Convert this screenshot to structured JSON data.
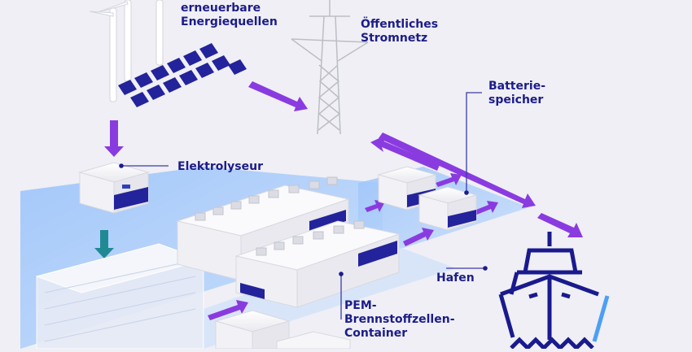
{
  "colors": {
    "background": "#efeff5",
    "label_text": "#1c1c8a",
    "arrow_purple": "#8a3be0",
    "arrow_teal": "#1f8a93",
    "water_blue": "#a9ccfa",
    "panel_blue": "#23239b",
    "ship_navy": "#1a1a8e",
    "ship_accent": "#4d9ff5"
  },
  "labels": {
    "renewables": "erneuerbare\nEnergiequellen",
    "grid": "Öffentliches\nStromnetz",
    "battery": "Batterie-\nspeicher",
    "electrolyzer": "Elektrolyseur",
    "fuelcell": "PEM-\nBrennstoffzellen-\nContainer",
    "port": "Hafen"
  },
  "icons": {
    "wind": "wind-turbine-icon",
    "solar": "solar-panel-icon",
    "pylon": "power-pylon-icon",
    "ship": "ship-icon",
    "storage": "hydrogen-storage-icon"
  }
}
